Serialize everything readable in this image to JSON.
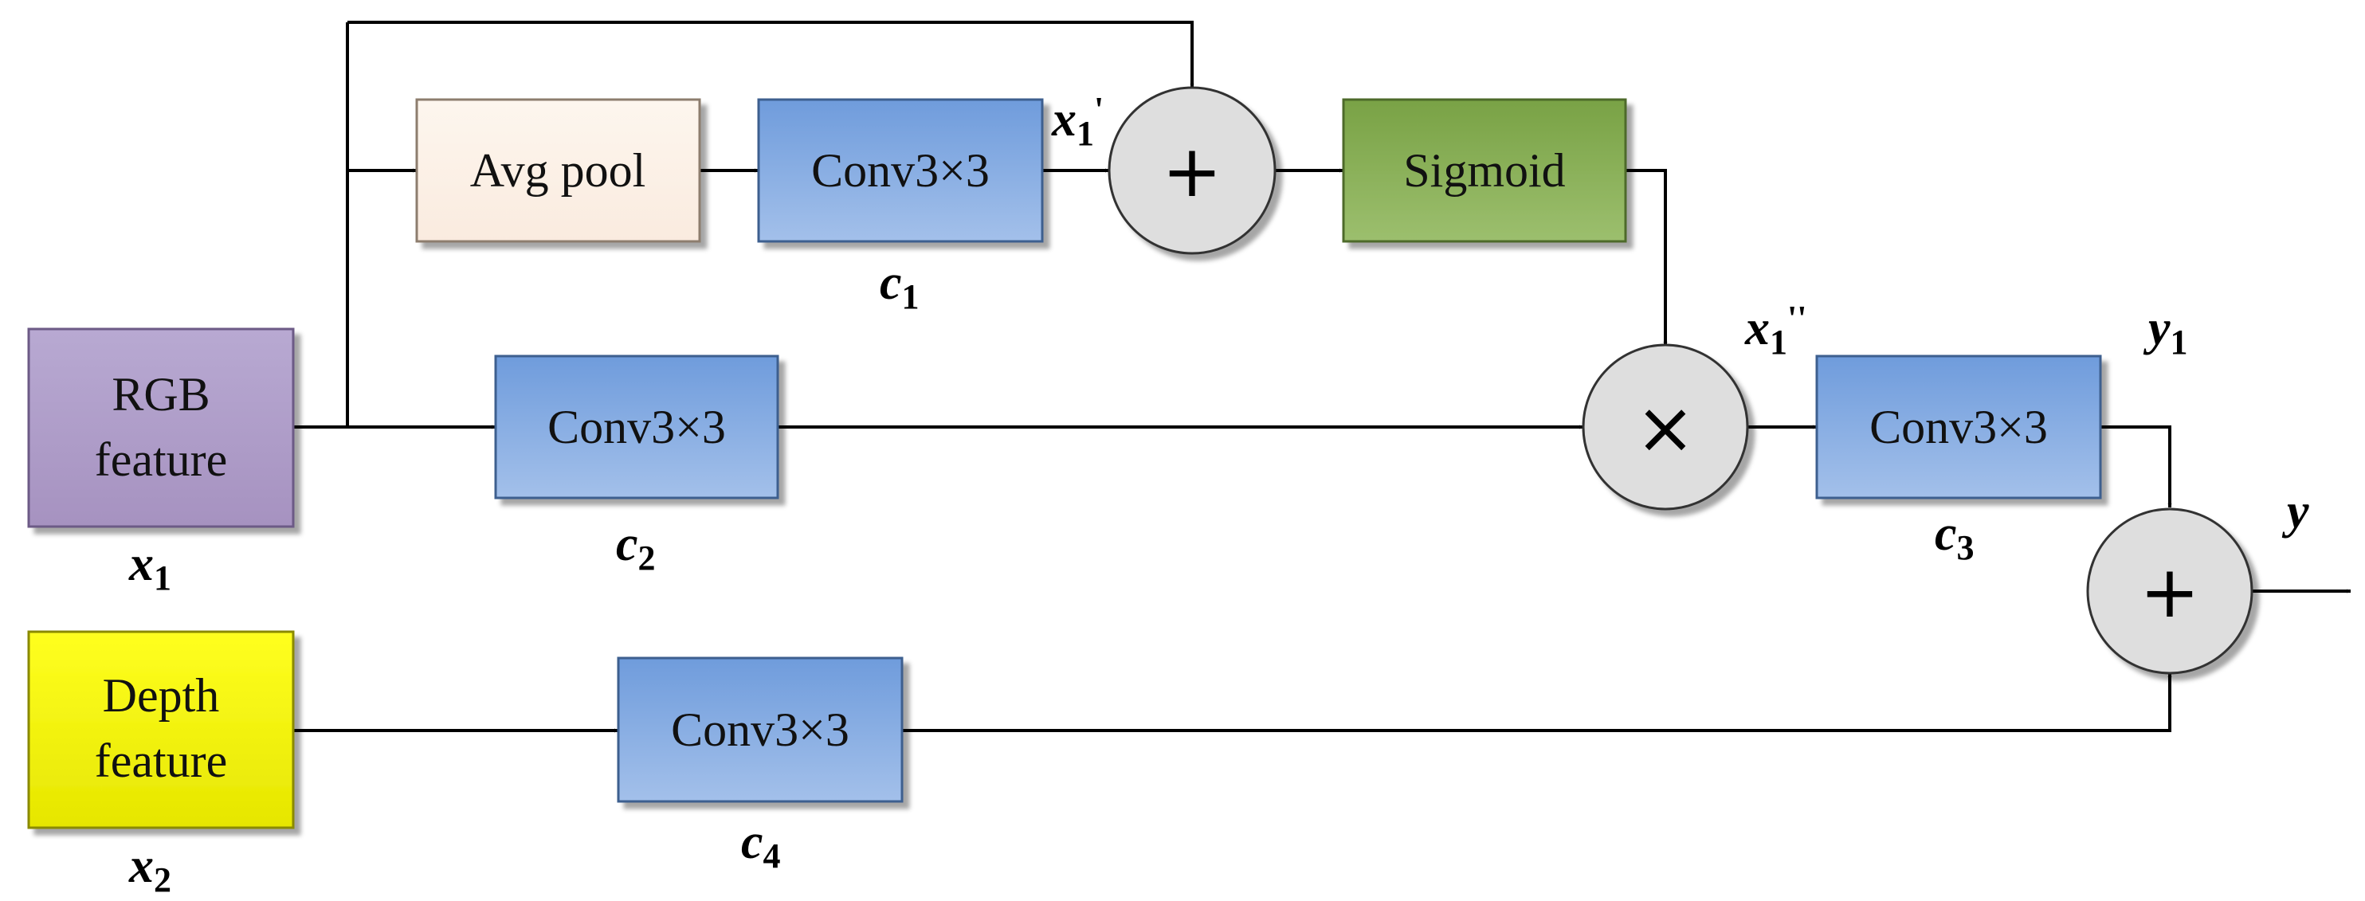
{
  "blocks": {
    "rgb_feature": {
      "line1": "RGB",
      "line2": "feature"
    },
    "depth_feature": {
      "line1": "Depth",
      "line2": "feature"
    },
    "avg_pool": "Avg pool",
    "conv_c1": "Conv3×3",
    "conv_c2": "Conv3×3",
    "conv_c3": "Conv3×3",
    "conv_c4": "Conv3×3",
    "sigmoid": "Sigmoid"
  },
  "operators": {
    "add_top": "+",
    "multiply": "×",
    "add_out": "+"
  },
  "labels": {
    "x1": {
      "base": "x",
      "sub": "1"
    },
    "x2": {
      "base": "x",
      "sub": "2"
    },
    "x1_prime": {
      "base": "x",
      "sub": "1",
      "sup": "'"
    },
    "x1_dprime": {
      "base": "x",
      "sub": "1",
      "sup": "''"
    },
    "y1": {
      "base": "y",
      "sub": "1"
    },
    "y": {
      "base": "y"
    },
    "c1": {
      "base": "c",
      "sub": "1"
    },
    "c2": {
      "base": "c",
      "sub": "2"
    },
    "c3": {
      "base": "c",
      "sub": "3"
    },
    "c4": {
      "base": "c",
      "sub": "4"
    }
  },
  "colors": {
    "rgb_feature": "#b09cc8",
    "depth_feature": "#f2f200",
    "avg_pool": "#fdf2e8",
    "conv": "#7ea6de",
    "sigmoid": "#86ad5a",
    "operator": "#dedede",
    "line": "#000000"
  }
}
